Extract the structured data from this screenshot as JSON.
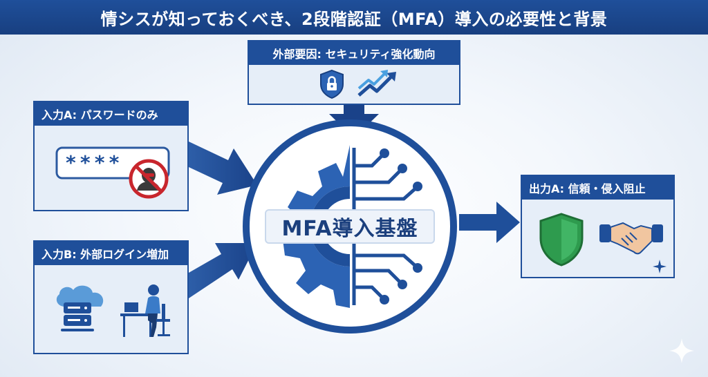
{
  "title": "情シスが知っておくべき、2段階認証（MFA）導入の必要性と背景",
  "external": {
    "label": "外部要因: セキュリティ強化動向",
    "icons": [
      "shield-lock-icon",
      "trend-up-arrows-icon"
    ]
  },
  "input_a": {
    "label": "入力A: パスワードのみ",
    "masked_password": "****",
    "icons": [
      "password-field-icon",
      "hacker-prohibited-icon"
    ]
  },
  "input_b": {
    "label": "入力B: 外部ログイン増加",
    "icons": [
      "cloud-server-icon",
      "remote-worker-icon"
    ]
  },
  "hub": {
    "label": "MFA導入基盤",
    "icons": [
      "gear-icon",
      "circuit-icon"
    ]
  },
  "output_a": {
    "label": "出力A: 信頼・侵入阻止",
    "icons": [
      "green-shield-icon",
      "handshake-icon",
      "sparkle-icon"
    ]
  },
  "colors": {
    "primary": "#1f4f9a",
    "dark": "#183f80",
    "panel": "#e6eef8",
    "accent_red": "#c8262d",
    "accent_green": "#2e9b4e"
  }
}
